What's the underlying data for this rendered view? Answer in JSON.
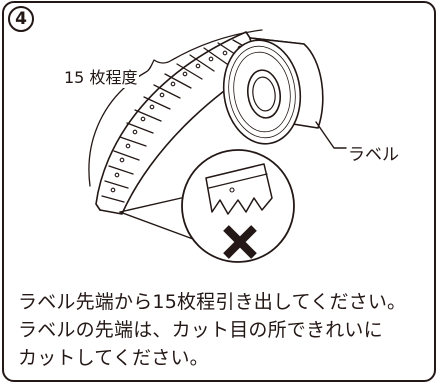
{
  "step": {
    "number": "4"
  },
  "figure": {
    "count_label": "15 枚程度",
    "roll_label": "ラベル"
  },
  "instructions": {
    "line1": "ラベル先端から15枚程引き出してください。",
    "line2": "ラベルの先端は、カット目の所できれいに",
    "line3": "カットしてください。"
  },
  "colors": {
    "ink": "#231815",
    "background": "#ffffff"
  },
  "icons": {
    "wrong_mark": "cross-mark-icon"
  }
}
